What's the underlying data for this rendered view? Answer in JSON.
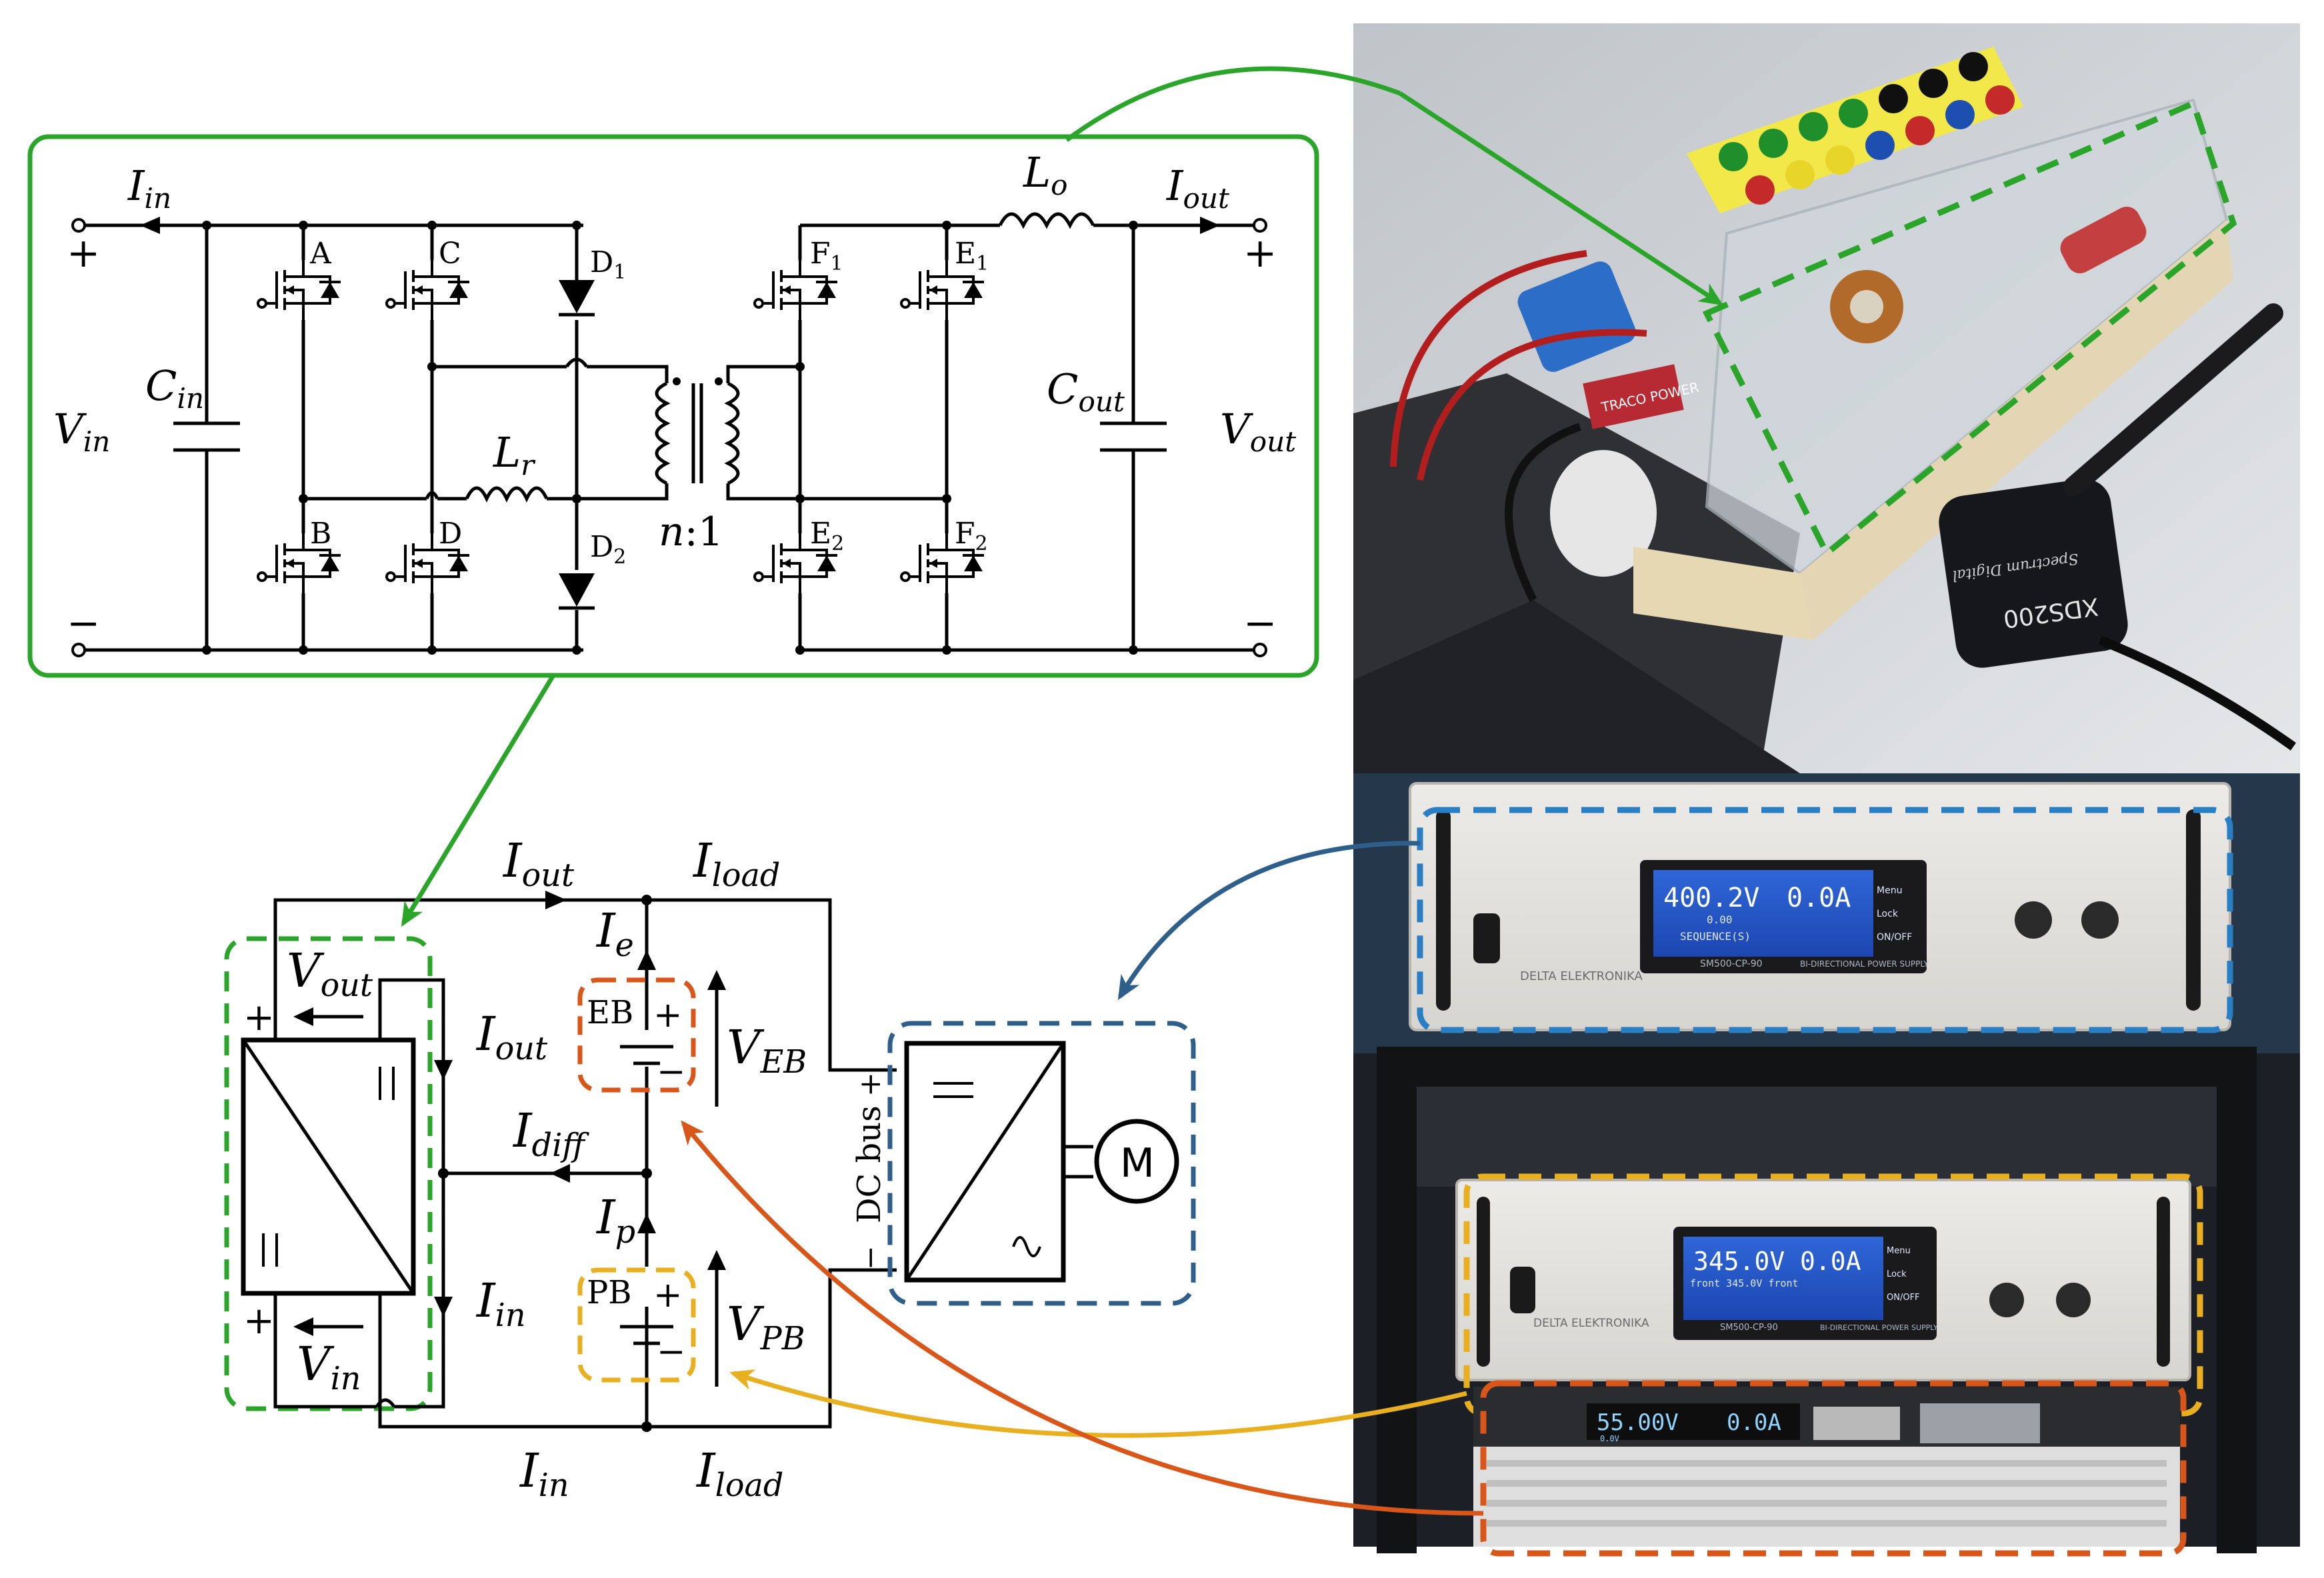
{
  "converter": {
    "title": "",
    "labels": {
      "i_in_top": {
        "main": "I",
        "sub": "in"
      },
      "plus_left": "+",
      "minus_left": "−",
      "v_in": {
        "main": "V",
        "sub": "in"
      },
      "c_in": {
        "main": "C",
        "sub": "in"
      },
      "sw_a": "A",
      "sw_b": "B",
      "sw_c": "C",
      "sw_d": "D",
      "d1": {
        "main": "D",
        "sub": "1"
      },
      "d2": {
        "main": "D",
        "sub": "2"
      },
      "l_r": {
        "main": "L",
        "sub": "r"
      },
      "turns": {
        "main": "n",
        "rest": ":1"
      },
      "sw_f1": {
        "main": "F",
        "sub": "1"
      },
      "sw_e1": {
        "main": "E",
        "sub": "1"
      },
      "sw_e2": {
        "main": "E",
        "sub": "2"
      },
      "sw_f2": {
        "main": "F",
        "sub": "2"
      },
      "l_o": {
        "main": "L",
        "sub": "o"
      },
      "i_out_top": {
        "main": "I",
        "sub": "out"
      },
      "plus_right": "+",
      "minus_right": "−",
      "c_out": {
        "main": "C",
        "sub": "out"
      },
      "v_out": {
        "main": "V",
        "sub": "out"
      }
    }
  },
  "system": {
    "labels": {
      "i_out_top": {
        "main": "I",
        "sub": "out"
      },
      "i_load_top": {
        "main": "I",
        "sub": "load"
      },
      "v_out_conv": {
        "main": "V",
        "sub": "out"
      },
      "v_in_conv": {
        "main": "V",
        "sub": "in"
      },
      "plus_top": "+",
      "plus_bottom": "+",
      "i_out_side": {
        "main": "I",
        "sub": "out"
      },
      "i_diff": {
        "main": "I",
        "sub": "diff"
      },
      "i_in_side": {
        "main": "I",
        "sub": "in"
      },
      "i_e": {
        "main": "I",
        "sub": "e"
      },
      "i_p": {
        "main": "I",
        "sub": "p"
      },
      "eb": "EB",
      "pb": "PB",
      "eb_plus": "+",
      "eb_minus": "−",
      "pb_plus": "+",
      "pb_minus": "−",
      "v_eb": {
        "main": "V",
        "sub": "EB"
      },
      "v_pb": {
        "main": "V",
        "sub": "PB"
      },
      "i_in_bottom": {
        "main": "I",
        "sub": "in"
      },
      "i_load_bottom": {
        "main": "I",
        "sub": "load"
      },
      "dc_bus": "DC bus",
      "dc_plus": "+",
      "dc_minus": "−",
      "motor": "M"
    }
  },
  "photos": {
    "prototype": {
      "module_text": "XDS200",
      "module_brand": "Spectrum Digital",
      "board_text": "TRACO POWER"
    },
    "supply_top": {
      "display_voltage": "400.2V",
      "display_current": "0.0A",
      "display_line2": "0.00",
      "display_line3": "SEQUENCE(S)",
      "menu": [
        "Menu",
        "Lock",
        "ON/OFF"
      ],
      "brand": "DELTA ELEKTRONIKA",
      "model": "SM500-CP-90",
      "tag": "BI-DIRECTIONAL POWER SUPPLY"
    },
    "supply_middle": {
      "display_voltage": "345.0V",
      "display_current": "0.0A",
      "display_line2": "front  345.0V  front",
      "menu": [
        "Menu",
        "Lock",
        "ON/OFF"
      ],
      "brand": "DELTA ELEKTRONIKA",
      "model": "SM500-CP-90",
      "tag": "BI-DIRECTIONAL POWER SUPPLY"
    },
    "load_bottom": {
      "display_voltage": "55.00V",
      "display_current": "0.0A",
      "display_line2": "0.0V"
    }
  },
  "colors": {
    "green": "#2aa52a",
    "blue": "#2e5f8a",
    "orange": "#d9561a",
    "yellow": "#e8b020",
    "wire": "#000000"
  }
}
